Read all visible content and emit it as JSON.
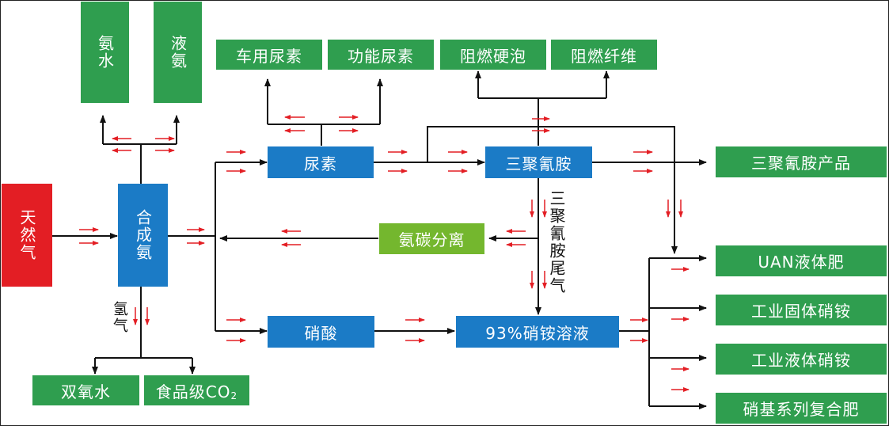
{
  "colors": {
    "green": "#2f9e4f",
    "lime": "#74b72e",
    "blue": "#1b7bc6",
    "red": "#e31e24",
    "arrow_red": "#e31e24"
  },
  "boxes": {
    "ammonia_water": "氨水",
    "liquid_ammonia": "液氨",
    "vehicle_urea": "车用尿素",
    "functional_urea": "功能尿素",
    "flame_retardant_foam": "阻燃硬泡",
    "flame_retardant_fiber": "阻燃纤维",
    "natural_gas": "天然气",
    "synthetic_ammonia": "合成氨",
    "urea": "尿素",
    "melamine": "三聚氰胺",
    "melamine_product": "三聚氰胺产品",
    "ammonia_carbon_separation": "氨碳分离",
    "nitric_acid": "硝酸",
    "ammonium_nitrate_solution": "93%硝铵溶液",
    "uan_liquid_fertilizer": "UAN液体肥",
    "industrial_solid_ammonium_nitrate": "工业固体硝铵",
    "industrial_liquid_ammonium_nitrate": "工业液体硝铵",
    "nitro_compound_fertilizer": "硝基系列复合肥",
    "hydrogen_peroxide": "双氧水",
    "food_grade_co2_prefix": "食品级CO",
    "food_grade_co2_sub": "2"
  },
  "labels": {
    "hydrogen": "氢气",
    "melamine_tail_gas": "三聚氰胺尾气"
  }
}
